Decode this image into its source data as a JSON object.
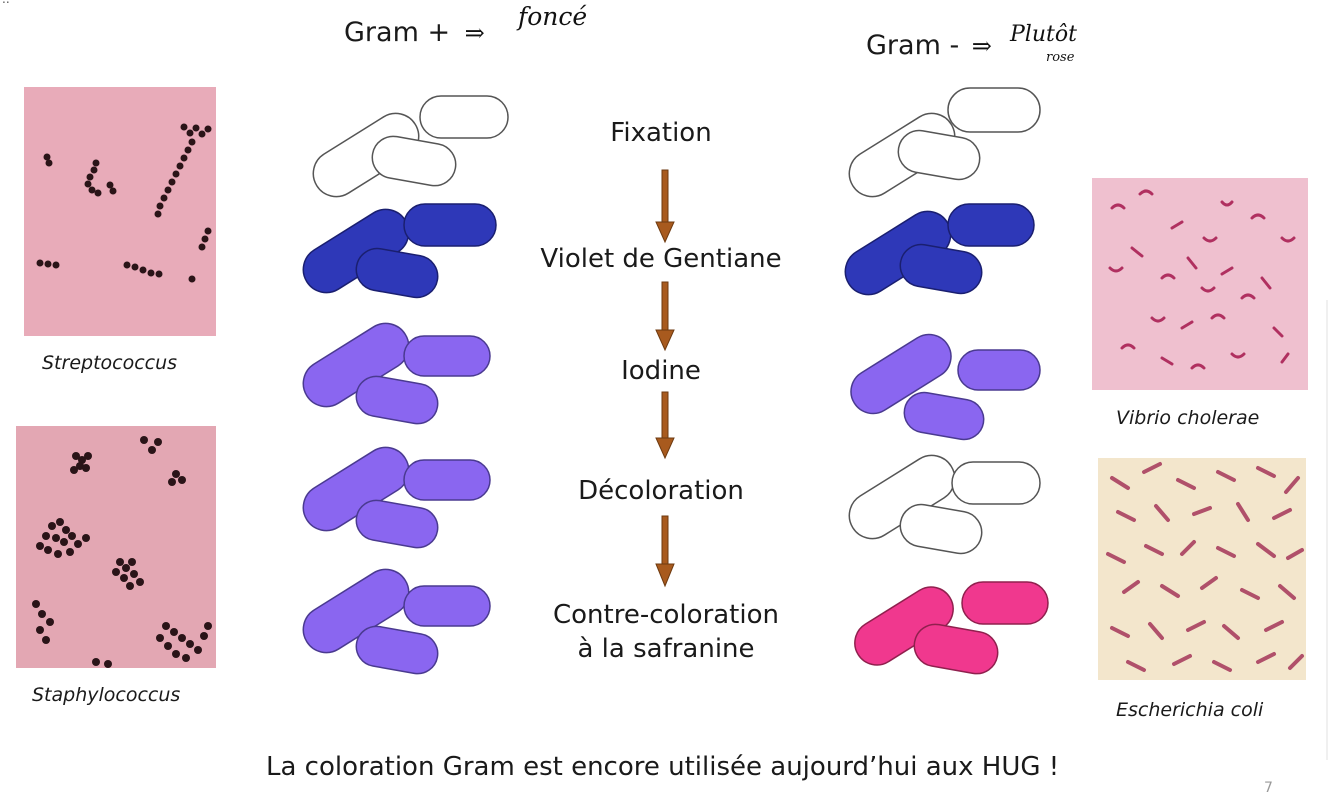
{
  "gram_positive": {
    "header": "Gram +",
    "note_arrow": "⇒",
    "note": "foncé"
  },
  "gram_negative": {
    "header": "Gram -",
    "note_arrow": "⇒",
    "note_line1": "Plutôt",
    "note_line2": "rose"
  },
  "steps": [
    {
      "label": "Fixation"
    },
    {
      "label": "Violet de Gentiane"
    },
    {
      "label": "Iodine"
    },
    {
      "label": "Décoloration"
    },
    {
      "label_line1": "Contre-coloration",
      "label_line2": "à la safranine"
    }
  ],
  "micrographs": {
    "left_top": {
      "caption": "Streptococcus"
    },
    "left_bottom": {
      "caption": "Staphylococcus"
    },
    "right_top": {
      "caption": "Vibrio cholerae"
    },
    "right_bottom": {
      "caption": "Escherichia coli"
    }
  },
  "colors": {
    "unstained_fill": "#ffffff",
    "crystal_violet": "#2e38b8",
    "iodine_purple": "#8a66f0",
    "safranin_pink": "#f0388e",
    "arrow": "#a85a1e",
    "micro_pink_bg": "#e8a8b8",
    "micro_cream_bg": "#f3e6cc"
  },
  "footer": "La coloration Gram est encore utilisée aujourd’hui aux HUG !",
  "page_number": "7"
}
